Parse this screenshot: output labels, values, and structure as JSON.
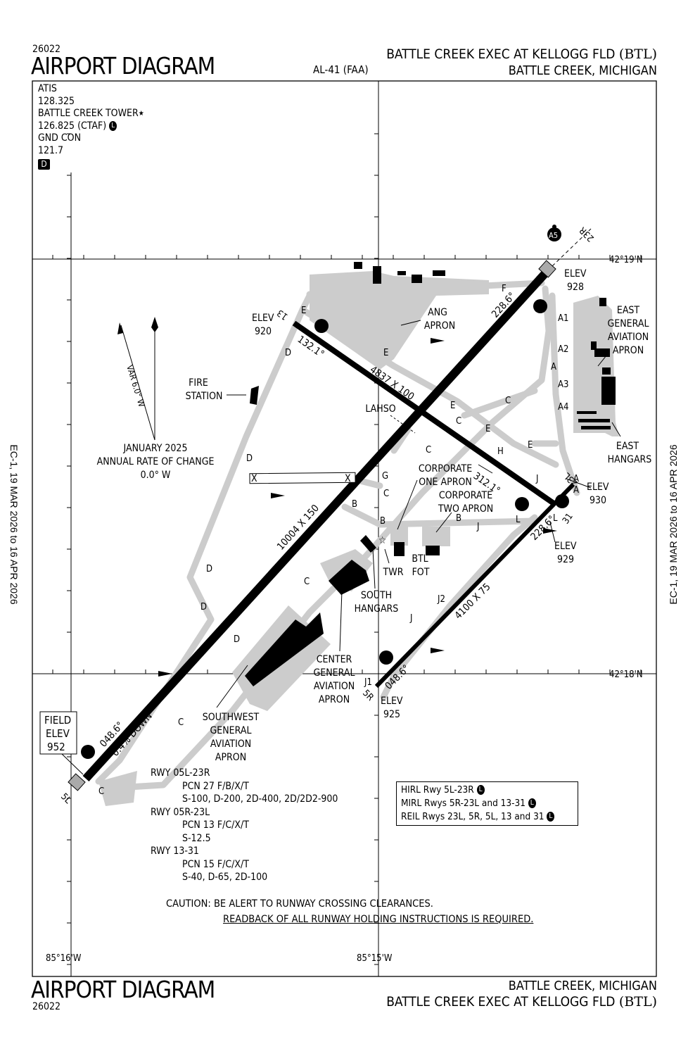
{
  "header": {
    "chart_number": "26022",
    "title": "AIRPORT DIAGRAM",
    "procedure_id": "AL-41 (FAA)",
    "airport_name": "BATTLE CREEK EXEC AT KELLOGG FLD",
    "airport_id": "(BTL)",
    "city_state": "BATTLE CREEK, MICHIGAN"
  },
  "footer": {
    "chart_number": "26022",
    "title": "AIRPORT DIAGRAM",
    "city_state": "BATTLE CREEK, MICHIGAN",
    "airport_name": "BATTLE CREEK EXEC AT KELLOGG FLD",
    "airport_id": "(BTL)"
  },
  "effective_dates": "EC-1,  19 MAR 2026  to  16 APR 2026",
  "communications": {
    "atis_label": "ATIS",
    "atis_freq": "128.325",
    "tower_label": "BATTLE CREEK TOWER",
    "tower_freq": "126.825 (CTAF)",
    "gnd_label": "GND CON",
    "gnd_freq": "121.7",
    "star_symbol": "★",
    "lighting_badge": "L",
    "d_badge": "D"
  },
  "coordinates": {
    "lat_top": "42°19'N",
    "lat_bottom": "42°18'N",
    "lon_left": "85°16'W",
    "lon_right": "85°15'W"
  },
  "magnetic": {
    "variation": "VAR 6.0° W",
    "date": "JANUARY 2025",
    "rate_label": "ANNUAL RATE OF CHANGE",
    "rate": "0.0° W"
  },
  "runways": [
    {
      "id": "05L-23R",
      "ends": [
        "5L",
        "23R"
      ],
      "dimensions": "10004 X 150",
      "headings": [
        "048.6°",
        "228.6°"
      ],
      "slope": "0.4% DOWN"
    },
    {
      "id": "05R-23L",
      "ends": [
        "5R",
        "23L"
      ],
      "dimensions": "4100 X 75",
      "headings": [
        "048.6°",
        "228.6°"
      ]
    },
    {
      "id": "13-31",
      "ends": [
        "13",
        "31"
      ],
      "dimensions": "4837 X 100",
      "headings": [
        "132.1°",
        "312.1°"
      ]
    }
  ],
  "elevations": {
    "field_label": [
      "FIELD",
      "ELEV",
      "952"
    ],
    "rwy_23R": [
      "ELEV",
      "928"
    ],
    "rwy_13": [
      "ELEV",
      "920"
    ],
    "rwy_23L": [
      "ELEV",
      "930"
    ],
    "rwy_31": [
      "ELEV",
      "929"
    ],
    "rwy_5R": [
      "ELEV",
      "925"
    ]
  },
  "labels": {
    "ang_apron": [
      "ANG",
      "APRON"
    ],
    "east_ga_apron": [
      "EAST",
      "GENERAL",
      "AVIATION",
      "APRON"
    ],
    "east_hangars": [
      "EAST",
      "HANGARS"
    ],
    "fire_station": [
      "FIRE",
      "STATION"
    ],
    "corp_one": [
      "CORPORATE",
      "ONE APRON"
    ],
    "corp_two": [
      "CORPORATE",
      "TWO APRON"
    ],
    "twr": "TWR",
    "btl_fot": [
      "BTL",
      "FOT"
    ],
    "south_hangars": [
      "SOUTH",
      "HANGARS"
    ],
    "center_ga": [
      "CENTER",
      "GENERAL",
      "AVIATION",
      "APRON"
    ],
    "southwest_ga": [
      "SOUTHWEST",
      "GENERAL",
      "AVIATION",
      "APRON"
    ],
    "lahso": "LAHSO",
    "hot_spot": "A5"
  },
  "taxiways": [
    "A",
    "A1",
    "A2",
    "A3",
    "A4",
    "B",
    "C",
    "D",
    "E",
    "F",
    "G",
    "H",
    "J",
    "J1",
    "J2",
    "L",
    "X"
  ],
  "runway_info": [
    {
      "rwy": "RWY 05L-23R",
      "pcn": "PCN 27 F/B/X/T",
      "weights": "S-100, D-200, 2D-400, 2D/2D2-900"
    },
    {
      "rwy": "RWY 05R-23L",
      "pcn": "PCN 13 F/C/X/T",
      "weights": "S-12.5"
    },
    {
      "rwy": "RWY 13-31",
      "pcn": "PCN 15 F/C/X/T",
      "weights": "S-40, D-65, 2D-100"
    }
  ],
  "lighting": [
    "HIRL Rwy 5L-23R",
    "MIRL Rwys 5R-23L and 13-31",
    "REIL Rwys 23L, 5R, 5L, 13 and 31"
  ],
  "caution": {
    "prefix": "CAUTION:",
    "line1": "BE ALERT TO RUNWAY CROSSING CLEARANCES.",
    "line2": "READBACK OF ALL RUNWAY HOLDING INSTRUCTIONS IS REQUIRED."
  }
}
